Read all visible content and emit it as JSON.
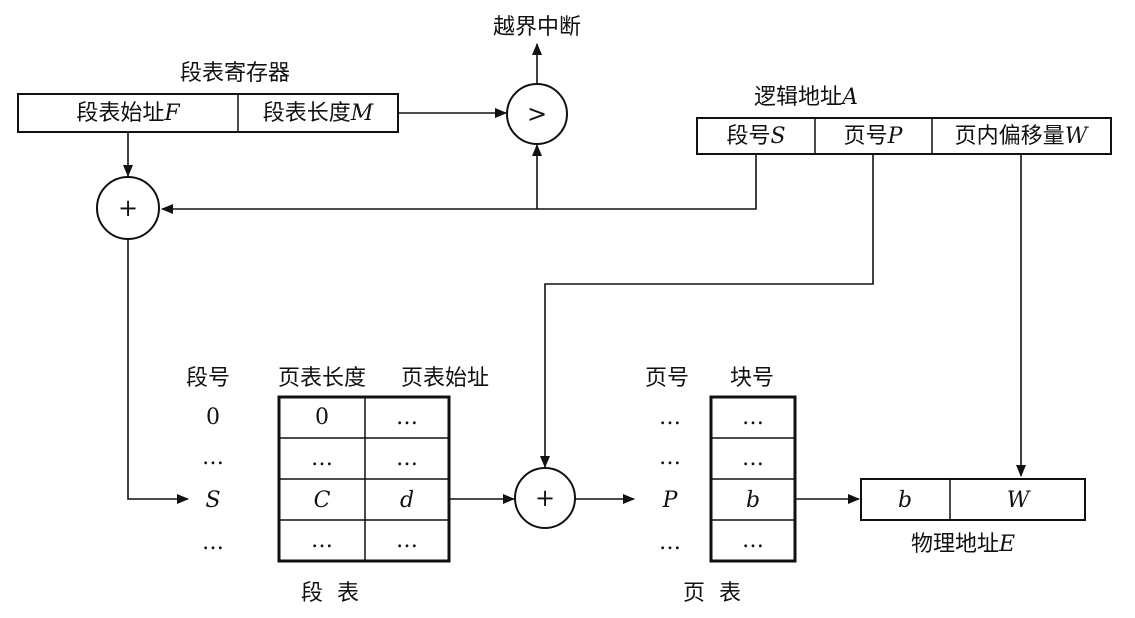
{
  "overflow_interrupt": "越界中断",
  "segment_register": {
    "title": "段表寄存器",
    "start_label": "段表始址",
    "start_var": "F",
    "length_label": "段表长度",
    "length_var": "M"
  },
  "compare_symbol": ">",
  "adder_symbol": "+",
  "logical_address": {
    "title_label": "逻辑地址",
    "title_var": "A",
    "seg_label": "段号",
    "seg_var": "S",
    "page_label": "页号",
    "page_var": "P",
    "offset_label": "页内偏移量",
    "offset_var": "W"
  },
  "segment_table": {
    "col_segno": "段号",
    "col_len": "页表长度",
    "col_start": "页表始址",
    "row_labels": [
      "0",
      "…",
      "S",
      "…"
    ],
    "rows": [
      [
        "0",
        "…"
      ],
      [
        "…",
        "…"
      ],
      [
        "C",
        "d"
      ],
      [
        "…",
        "…"
      ]
    ],
    "caption": "段  表"
  },
  "page_table": {
    "col_pageno": "页号",
    "col_block": "块号",
    "row_labels": [
      "…",
      "…",
      "P",
      "…"
    ],
    "rows": [
      [
        "…"
      ],
      [
        "…"
      ],
      [
        "b"
      ],
      [
        "…"
      ]
    ],
    "caption": "页  表"
  },
  "physical_address": {
    "block": "b",
    "offset": "W",
    "title_label": "物理地址",
    "title_var": "E"
  }
}
